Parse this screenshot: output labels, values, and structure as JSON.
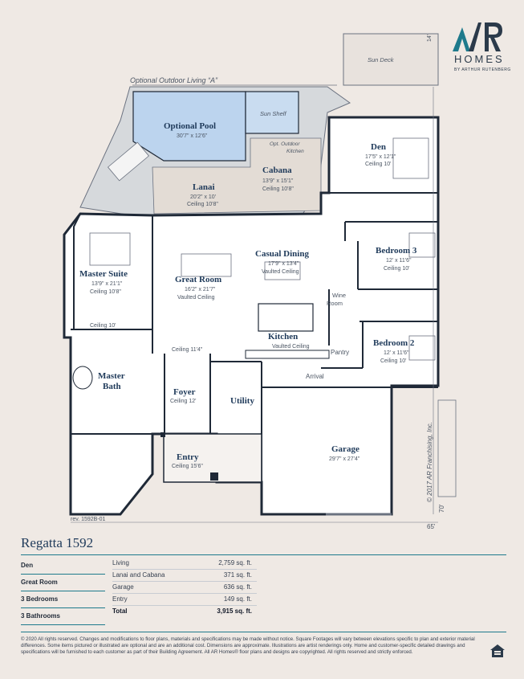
{
  "brand": {
    "letters": "AR",
    "homes": "HOMES",
    "byline": "BY ARTHUR RUTENBERG"
  },
  "plan": {
    "rev": "rev. 1592B-01",
    "copyright": "© 2017 AR Franchising, Inc.",
    "width_dim": "65'",
    "depth_dim": "70'",
    "sundeck_dim": "14'",
    "outdoor_living": "Optional Outdoor Living “A”",
    "sun_deck": "Sun Deck",
    "sun_shelf": "Sun Shelf",
    "outdoor_kitchen_1": "Opt. Outdoor",
    "outdoor_kitchen_2": "Kitchen",
    "arrival": "Arrival",
    "rooms": {
      "pool": {
        "name": "Optional Pool",
        "dim": "30'7\" x 12'6\""
      },
      "den": {
        "name": "Den",
        "dim": "17'5\" x 12'1\"",
        "ceiling": "Ceiling 10'"
      },
      "cabana": {
        "name": "Cabana",
        "dim": "13'9\" x 15'1\"",
        "ceiling": "Ceiling 10'8\""
      },
      "lanai": {
        "name": "Lanai",
        "dim": "20'2\" x 10'",
        "ceiling": "Ceiling 10'8\""
      },
      "master_suite": {
        "name": "Master Suite",
        "dim": "13'9\" x 21'1\"",
        "ceiling": "Ceiling 10'8\""
      },
      "great_room": {
        "name": "Great Room",
        "dim": "16'2\" x 21'7\"",
        "ceiling": "Vaulted Ceiling"
      },
      "casual_dining": {
        "name": "Casual Dining",
        "dim": "17'9\" x 13'4\"",
        "ceiling": "Vaulted Ceiling"
      },
      "bedroom3": {
        "name": "Bedroom 3",
        "dim": "12' x 11'6\"",
        "ceiling": "Ceiling 10'"
      },
      "wine_room_1": "Wine",
      "wine_room_2": "Room",
      "kitchen": {
        "name": "Kitchen",
        "ceiling": "Vaulted Ceiling"
      },
      "bedroom2": {
        "name": "Bedroom 2",
        "dim": "12' x 11'6\"",
        "ceiling": "Ceiling 10'"
      },
      "pantry": "Pantry",
      "master_bath_1": "Master",
      "master_bath_2": "Bath",
      "foyer": {
        "name": "Foyer",
        "ceiling": "Ceiling 12'"
      },
      "utility": "Utility",
      "garage": {
        "name": "Garage",
        "dim": "29'7\" x 27'4\""
      },
      "entry": {
        "name": "Entry",
        "ceiling": "Ceiling 15'6\""
      },
      "ceiling_10": "Ceiling 10'",
      "ceiling_11_4": "Ceiling 11'4\""
    }
  },
  "model_title": "Regatta 1592",
  "features": [
    "Den",
    "Great Room",
    "3 Bedrooms",
    "3 Bathrooms"
  ],
  "areas": [
    {
      "label": "Living",
      "value": "2,759 sq. ft."
    },
    {
      "label": "Lanai and Cabana",
      "value": "371 sq. ft."
    },
    {
      "label": "Garage",
      "value": "636 sq. ft."
    },
    {
      "label": "Entry",
      "value": "149 sq. ft."
    },
    {
      "label": "Total",
      "value": "3,915 sq. ft."
    }
  ],
  "disclaimer": "© 2020 All rights reserved. Changes and modifications to floor plans, materials and specifications may be made without notice. Square Footages will vary between elevations specific to plan and exterior material differences. Some items pictured or illustrated are optional and are an additional cost. Dimensions are approximate. Illustrations are artist renderings only. Home and customer-specific detailed drawings and specifications will be furnished to each customer as part of their Building Agreement. All AR Homes® floor plans and designs are copyrighted. All rights reserved and strictly enforced.",
  "colors": {
    "wall": "#1f2937",
    "pool": "#bcd4ee",
    "lanai": "#e3dcd5",
    "accent": "#1e7a8c",
    "background": "#efe9e4"
  }
}
